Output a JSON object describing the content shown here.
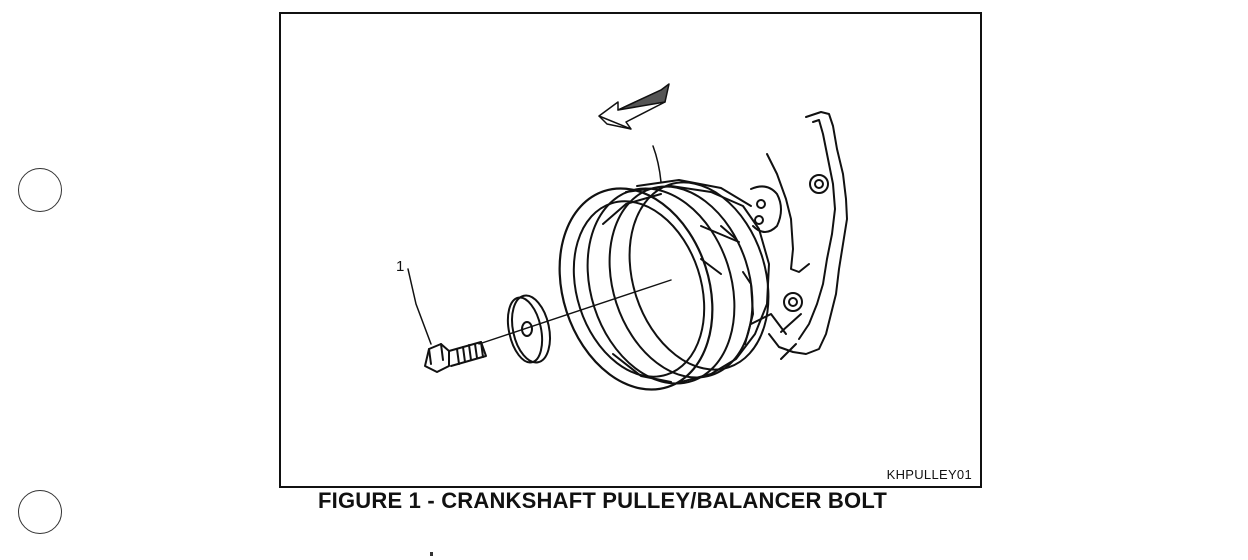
{
  "figure": {
    "callout_number": "1",
    "image_code": "KHPULLEY01",
    "caption": "FIGURE 1 - CRANKSHAFT PULLEY/BALANCER BOLT"
  },
  "icons": {
    "punch_holes": "binder-hole-icon",
    "arrow": "direction-arrow-icon"
  },
  "colors": {
    "ink": "#111111",
    "paper": "#ffffff"
  }
}
